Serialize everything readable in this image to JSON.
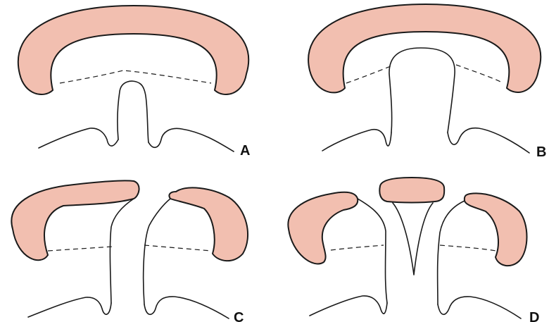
{
  "figure": {
    "colors": {
      "tissue_fill": "#f2bfb0",
      "outline": "#1a1a1a",
      "background": "#ffffff"
    },
    "panels": [
      {
        "id": "a",
        "label": "A"
      },
      {
        "id": "b",
        "label": "B"
      },
      {
        "id": "c",
        "label": "C"
      },
      {
        "id": "d",
        "label": "D"
      }
    ]
  }
}
